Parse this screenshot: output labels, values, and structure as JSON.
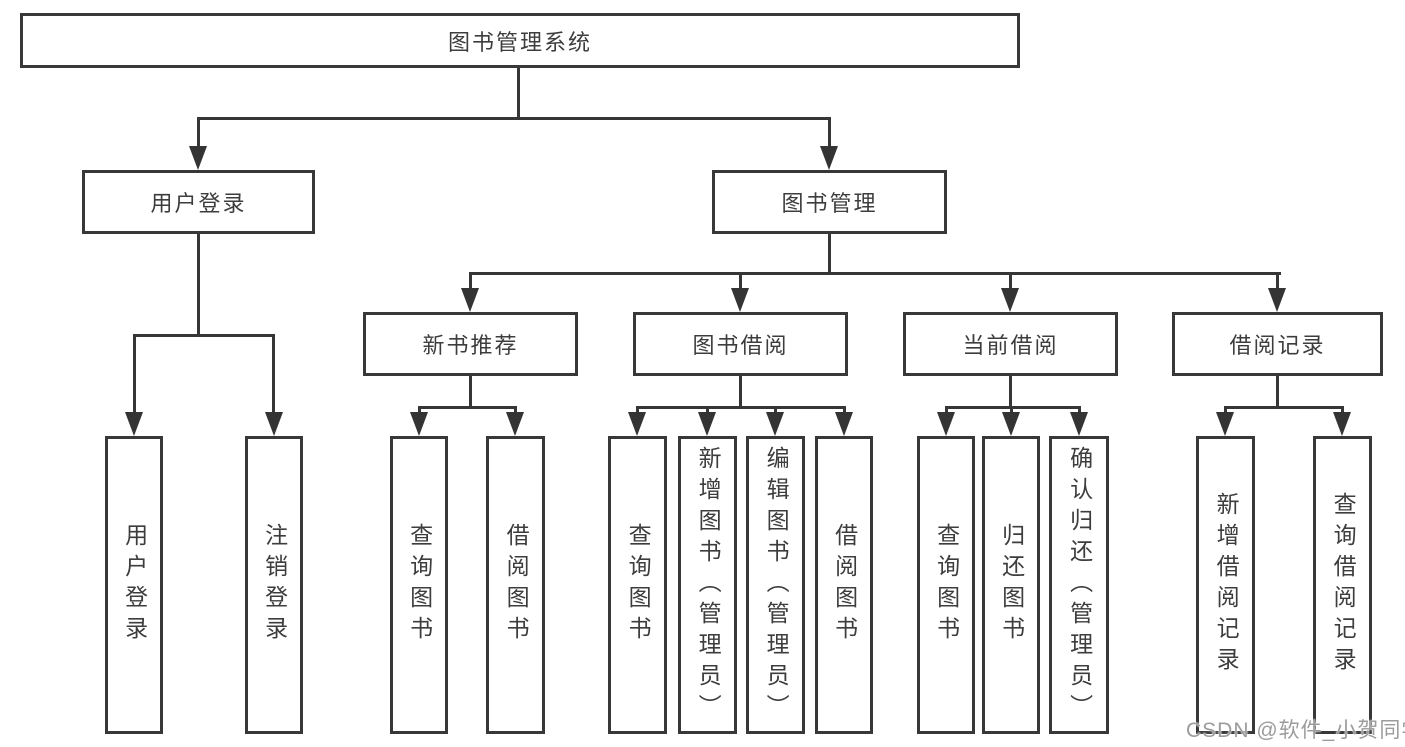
{
  "diagram": {
    "root": {
      "label": "图书管理系统"
    },
    "user_login": {
      "label": "用户登录",
      "children": {
        "login": {
          "label": "用户登录"
        },
        "logout": {
          "label": "注销登录"
        }
      }
    },
    "book_mgmt": {
      "label": "图书管理",
      "children": {
        "new_book": {
          "label": "新书推荐",
          "children": {
            "query": {
              "label": "查询图书"
            },
            "borrow": {
              "label": "借阅图书"
            }
          }
        },
        "book_borrow": {
          "label": "图书借阅",
          "children": {
            "query": {
              "label": "查询图书"
            },
            "add": {
              "label": "新增图书（管理员）"
            },
            "edit": {
              "label": "编辑图书（管理员）"
            },
            "borrow": {
              "label": "借阅图书"
            }
          }
        },
        "current_borrow": {
          "label": "当前借阅",
          "children": {
            "query": {
              "label": "查询图书"
            },
            "return": {
              "label": "归还图书"
            },
            "confirm": {
              "label": "确认归还（管理员）"
            }
          }
        },
        "borrow_record": {
          "label": "借阅记录",
          "children": {
            "add": {
              "label": "新增借阅记录"
            },
            "query": {
              "label": "查询借阅记录"
            }
          }
        }
      }
    },
    "watermark": "CSDN @软件_小贺同学",
    "colors": {
      "line": "#363636",
      "box_border": "#383838",
      "text": "#3d3d3d",
      "watermark": "#9c9c9c",
      "background": "#ffffff"
    }
  }
}
